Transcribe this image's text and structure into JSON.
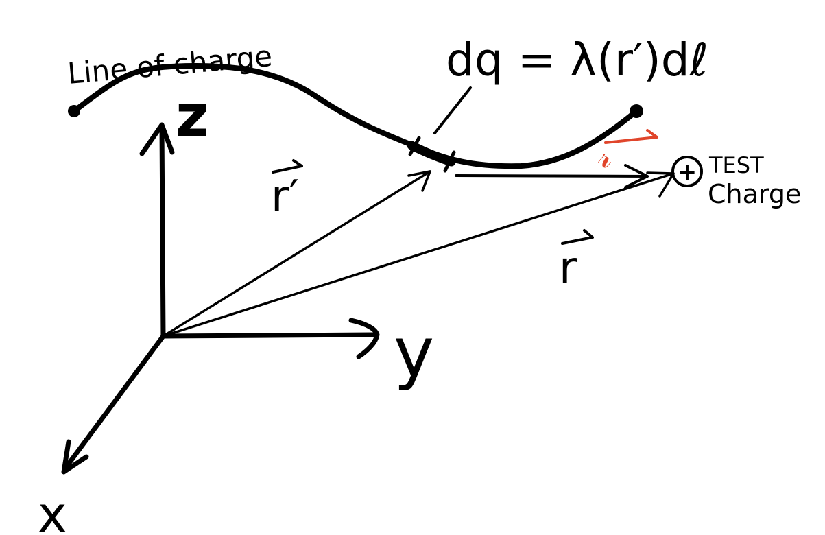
{
  "diagram": {
    "line_label": "Line of charge",
    "dq_formula": "dq = λ(r′)dℓ",
    "axes": {
      "z": "z",
      "y": "y",
      "x": "x"
    },
    "vectors": {
      "r_prime": "r′",
      "r": "r",
      "script_r": "𝓇"
    },
    "test_charge": {
      "symbol": "+",
      "line1": "TEST",
      "line2": "Charge"
    }
  },
  "colors": {
    "ink": "#000000",
    "accent": "#e0452b",
    "background": "#ffffff"
  }
}
